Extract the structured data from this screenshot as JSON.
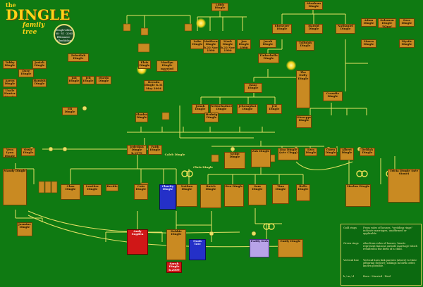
{
  "title": {
    "the": "the",
    "dingle": "DINGLE",
    "family_tree": "family tree"
  },
  "seal": {
    "line1": "Dinglevillein",
    "line2": "08 · VI · 2005",
    "line3": "Ellesmere · Glenfiddan"
  },
  "people": [
    {
      "id": "abraham",
      "text": "Abraham Dingle"
    },
    {
      "id": "lilith",
      "text": "Lilith Dingle"
    },
    {
      "id": "elenor",
      "text": "Ebenezer Dingle"
    },
    {
      "id": "harold",
      "text": "Harold Dingle"
    },
    {
      "id": "nathaniel",
      "text": "Nathaniel Dingle"
    },
    {
      "id": "adam",
      "text": "Adam Dingle"
    },
    {
      "id": "solomon",
      "text": "Solomon Dingle \"King\""
    },
    {
      "id": "ezra",
      "text": "Ezra Dingle"
    },
    {
      "id": "moses",
      "text": "Moses Dingle"
    },
    {
      "id": "mystic",
      "text": "Mystic Dingle"
    },
    {
      "id": "luke",
      "text": "Luke Dingle"
    },
    {
      "id": "matthew",
      "text": "Matthew Dingle b.22 Nov 1990"
    },
    {
      "id": "mark",
      "text": "Mark Dingle b.22 Nov 1990"
    },
    {
      "id": "jon",
      "text": "Jon Dingle 1990"
    },
    {
      "id": "jacob",
      "text": "Jacob Dingle"
    },
    {
      "id": "tallulah",
      "text": "Tallulah Dingle"
    },
    {
      "id": "elvis",
      "text": "Elvis Dingle"
    },
    {
      "id": "marilyn",
      "text": "Marilyn Dingle married Elvis"
    },
    {
      "id": "brenda",
      "text": "Brenda Dingle b.31 May 2004"
    },
    {
      "id": "tinkerbelle",
      "text": "Tinkerbelle Dingle"
    },
    {
      "id": "zebediah",
      "text": "Zebediah Dingle"
    },
    {
      "id": "tobby",
      "text": "Tobby Dingle"
    },
    {
      "id": "josiah",
      "text": "Josiah Dingle"
    },
    {
      "id": "aaron",
      "text": "Aaron Dingle"
    },
    {
      "id": "dave",
      "text": "Dave Dingle"
    },
    {
      "id": "uncle",
      "text": "Uncle Hunter Dingle"
    },
    {
      "id": "hamish",
      "text": "Hamish Dingle"
    },
    {
      "id": "job",
      "text": "Job Dingle"
    },
    {
      "id": "jeb",
      "text": "Jeb Dingle"
    },
    {
      "id": "murdo",
      "text": "Murdo Dingle"
    },
    {
      "id": "isaac",
      "text": "Isaac Dingle"
    },
    {
      "id": "jonah",
      "text": "Jonah Dingle"
    },
    {
      "id": "nebuchadnezzar",
      "text": "Nebuchadnezzar Dingle"
    },
    {
      "id": "jehosaphat",
      "text": "Jehosaphat Dingle"
    },
    {
      "id": "jed",
      "text": "Jed Dingle"
    },
    {
      "id": "dolly",
      "text": "The Dolly Dingle"
    },
    {
      "id": "giuseppe",
      "text": "Giuseppe Dingle"
    },
    {
      "id": "crowdie",
      "text": "Crowdie Dingle"
    },
    {
      "id": "mandy",
      "text": "Mandy Dingle"
    },
    {
      "id": "eli",
      "text": "Eli Dingle"
    },
    {
      "id": "cain",
      "text": "Cain Dingle"
    },
    {
      "id": "chas",
      "text": "Chas Dingle"
    },
    {
      "id": "jedediah",
      "text": "Jedediah Dingle b.1979"
    },
    {
      "id": "shadrach",
      "text": "Shadrach Dingle"
    },
    {
      "id": "hedwig",
      "text": "Hedwig Dingle"
    },
    {
      "id": "caleb",
      "text": "Caleb Dingle"
    },
    {
      "id": "faith",
      "text": "Faith Dingle"
    },
    {
      "id": "zak",
      "text": "Zak Dingle"
    },
    {
      "id": "lisa",
      "text": "Lisa Dingle (née Clegg)"
    },
    {
      "id": "nellie",
      "text": "Nellie Dingle"
    },
    {
      "id": "ezra2",
      "text": "Ezra Dingle"
    },
    {
      "id": "gwen",
      "text": "Gwen Dingle"
    },
    {
      "id": "albert",
      "text": "Albert Dingle"
    },
    {
      "id": "delilah",
      "text": "Delilah Dingle"
    },
    {
      "id": "vera",
      "text": "Vera Lyon Dingle"
    },
    {
      "id": "ossie",
      "text": "Ossie Dingle"
    },
    {
      "id": "tricia",
      "text": "Tricia Dingle (née Stone)"
    },
    {
      "id": "marlon",
      "text": "Marlon Dingle"
    },
    {
      "id": "belle",
      "text": "Belle Dingle"
    },
    {
      "id": "sam",
      "text": "Sam Dingle"
    },
    {
      "id": "tina",
      "text": "Tina Dingle"
    },
    {
      "id": "ben",
      "text": "Ben Dingle"
    },
    {
      "id": "butch",
      "text": "Butch Dingle"
    },
    {
      "id": "nathan",
      "text": "Nathan Dingle"
    },
    {
      "id": "chris",
      "text": "Chris Dingle"
    },
    {
      "id": "charity",
      "text": "Charity Dingle"
    },
    {
      "id": "debbie",
      "text": "Debbie Dingle"
    },
    {
      "id": "sarah",
      "text": "Sarah Dingle b.2009"
    },
    {
      "id": "andy",
      "text": "Andy Sugden"
    },
    {
      "id": "noah",
      "text": "Noah Tate"
    },
    {
      "id": "paddy",
      "text": "Paddy Kirk"
    },
    {
      "id": "emily",
      "text": "Emily Dingle"
    },
    {
      "id": "jasmine",
      "text": "Jasmine Dingle"
    },
    {
      "id": "lowther",
      "text": "Lowther Dingle"
    },
    {
      "id": "beedie",
      "text": "Beedie"
    }
  ],
  "legend": [
    {
      "sym": "Gold rings",
      "txt": "From rules of houses, \"wedding rings\" indicate marriages, unaffirmed or applicable."
    },
    {
      "sym": "Green rings",
      "txt": "Also from rules of houses, hearts represent liaisons outside marriage which resulted in the birth of a child."
    },
    {
      "sym": "Vertical line",
      "txt": "Vertical lines link parents (above) to their offspring (below); siblings in birth order, known possible."
    },
    {
      "sym": "b / m / d",
      "txt": "Born · Married · Died"
    }
  ]
}
